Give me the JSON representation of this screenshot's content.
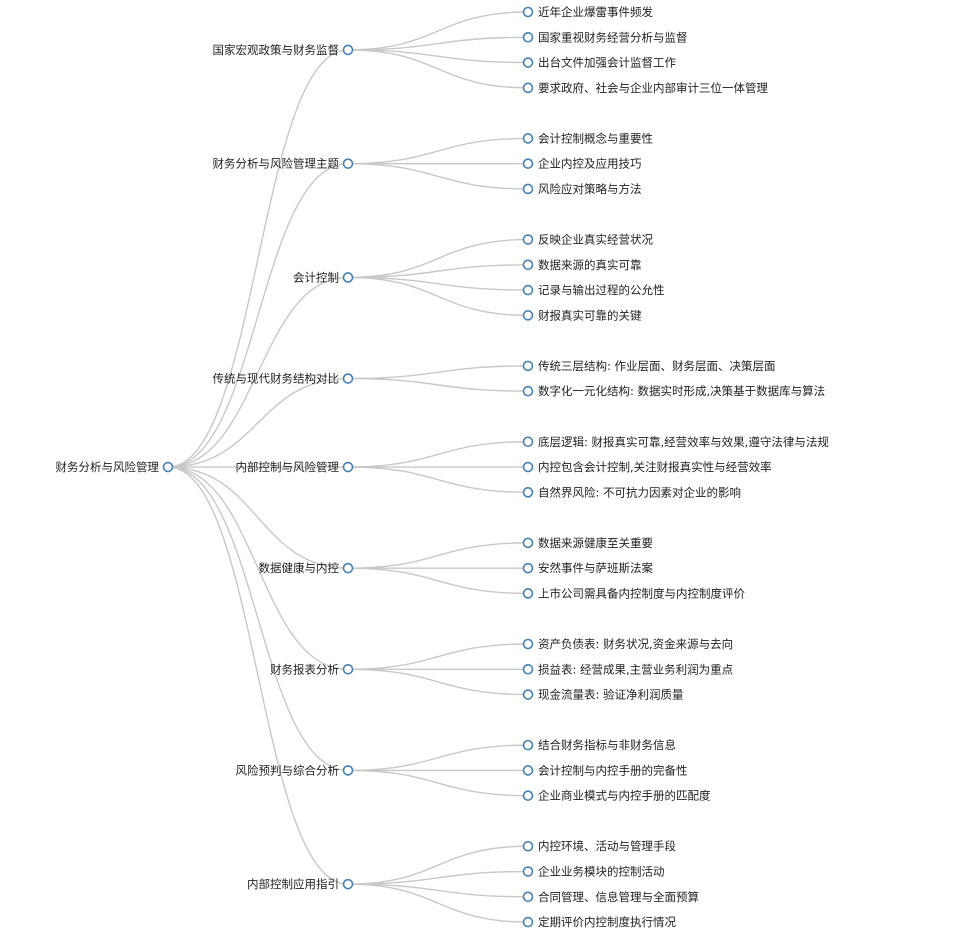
{
  "mindmap": {
    "root": {
      "label": "财务分析与风险管理",
      "children": [
        {
          "label": "国家宏观政策与财务监督",
          "children": [
            {
              "label": "近年企业爆雷事件频发"
            },
            {
              "label": "国家重视财务经营分析与监督"
            },
            {
              "label": "出台文件加强会计监督工作"
            },
            {
              "label": "要求政府、社会与企业内部审计三位一体管理"
            }
          ]
        },
        {
          "label": "财务分析与风险管理主题",
          "children": [
            {
              "label": "会计控制概念与重要性"
            },
            {
              "label": "企业内控及应用技巧"
            },
            {
              "label": "风险应对策略与方法"
            }
          ]
        },
        {
          "label": "会计控制",
          "children": [
            {
              "label": "反映企业真实经营状况"
            },
            {
              "label": "数据来源的真实可靠"
            },
            {
              "label": "记录与输出过程的公允性"
            },
            {
              "label": "财报真实可靠的关键"
            }
          ]
        },
        {
          "label": "传统与现代财务结构对比",
          "children": [
            {
              "label": "传统三层结构: 作业层面、财务层面、决策层面"
            },
            {
              "label": "数字化一元化结构: 数据实时形成,决策基于数据库与算法"
            }
          ]
        },
        {
          "label": "内部控制与风险管理",
          "children": [
            {
              "label": "底层逻辑: 财报真实可靠,经营效率与效果,遵守法律与法规"
            },
            {
              "label": "内控包含会计控制,关注财报真实性与经营效率"
            },
            {
              "label": "自然界风险: 不可抗力因素对企业的影响"
            }
          ]
        },
        {
          "label": "数据健康与内控",
          "children": [
            {
              "label": "数据来源健康至关重要"
            },
            {
              "label": "安然事件与萨班斯法案"
            },
            {
              "label": "上市公司需具备内控制度与内控制度评价"
            }
          ]
        },
        {
          "label": "财务报表分析",
          "children": [
            {
              "label": "资产负债表: 财务状况,资金来源与去向"
            },
            {
              "label": "损益表: 经营成果,主营业务利润为重点"
            },
            {
              "label": "现金流量表: 验证净利润质量"
            }
          ]
        },
        {
          "label": "风险预判与综合分析",
          "children": [
            {
              "label": "结合财务指标与非财务信息"
            },
            {
              "label": "会计控制与内控手册的完备性"
            },
            {
              "label": "企业商业模式与内控手册的匹配度"
            }
          ]
        },
        {
          "label": "内部控制应用指引",
          "children": [
            {
              "label": "内控环境、活动与管理手段"
            },
            {
              "label": "企业业务模块的控制活动"
            },
            {
              "label": "合同管理、信息管理与全面预算"
            },
            {
              "label": "定期评价内控制度执行情况"
            }
          ]
        }
      ]
    }
  },
  "colors": {
    "node_stroke": "#4682b4",
    "link": "#c8c8c8",
    "text": "#222222"
  }
}
